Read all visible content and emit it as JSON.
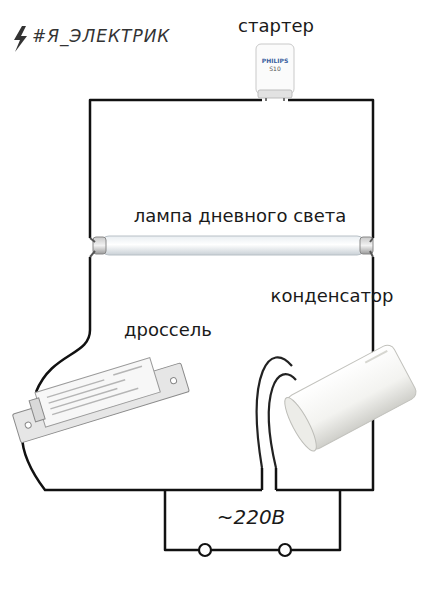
{
  "diagram": {
    "labels": [
      "#Я_ЭЛЕКТРИК",
      "стартер",
      "PHILIPS",
      "S10",
      "лампа дневного света",
      "конденсатор",
      "дроссель",
      "~220В"
    ]
  }
}
